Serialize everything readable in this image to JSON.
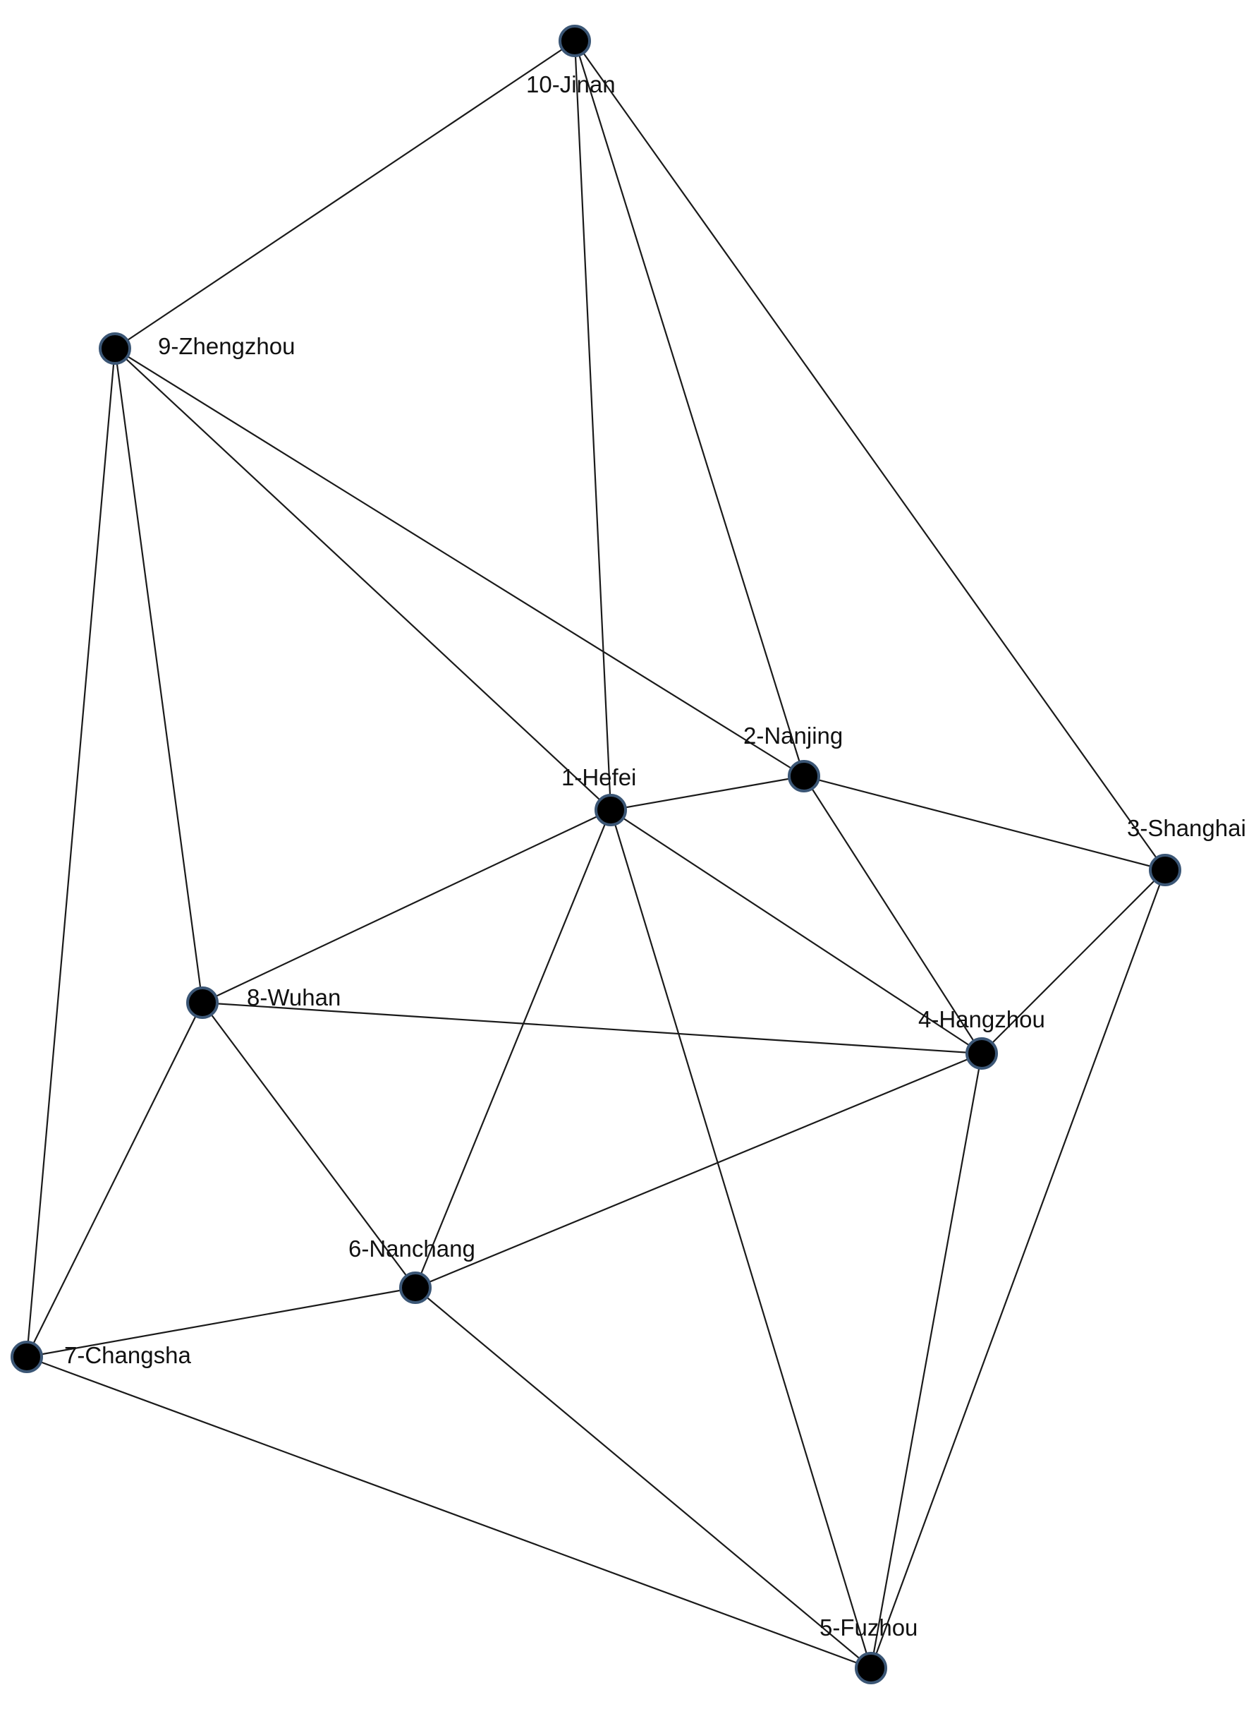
{
  "colors": {
    "background": "#ffffff",
    "edge": "#1a1a1a",
    "node_fill": "#000000",
    "node_outline": "#3b5675",
    "label": "#111111"
  },
  "nodes": [
    {
      "id": 1,
      "label": "1-Hefei"
    },
    {
      "id": 2,
      "label": "2-Nanjing"
    },
    {
      "id": 3,
      "label": "3-Shanghai"
    },
    {
      "id": 4,
      "label": "4-Hangzhou"
    },
    {
      "id": 5,
      "label": "5-Fuzhou"
    },
    {
      "id": 6,
      "label": "6-Nanchang"
    },
    {
      "id": 7,
      "label": "7-Changsha"
    },
    {
      "id": 8,
      "label": "8-Wuhan"
    },
    {
      "id": 9,
      "label": "9-Zhengzhou"
    },
    {
      "id": 10,
      "label": "10-Jinan"
    }
  ],
  "edges": [
    [
      10,
      9
    ],
    [
      10,
      1
    ],
    [
      10,
      2
    ],
    [
      10,
      3
    ],
    [
      9,
      1
    ],
    [
      9,
      2
    ],
    [
      9,
      8
    ],
    [
      9,
      7
    ],
    [
      1,
      2
    ],
    [
      1,
      8
    ],
    [
      1,
      6
    ],
    [
      1,
      4
    ],
    [
      1,
      5
    ],
    [
      2,
      3
    ],
    [
      2,
      4
    ],
    [
      3,
      4
    ],
    [
      3,
      5
    ],
    [
      8,
      4
    ],
    [
      8,
      6
    ],
    [
      8,
      7
    ],
    [
      4,
      6
    ],
    [
      4,
      5
    ],
    [
      6,
      7
    ],
    [
      6,
      5
    ],
    [
      7,
      5
    ]
  ]
}
